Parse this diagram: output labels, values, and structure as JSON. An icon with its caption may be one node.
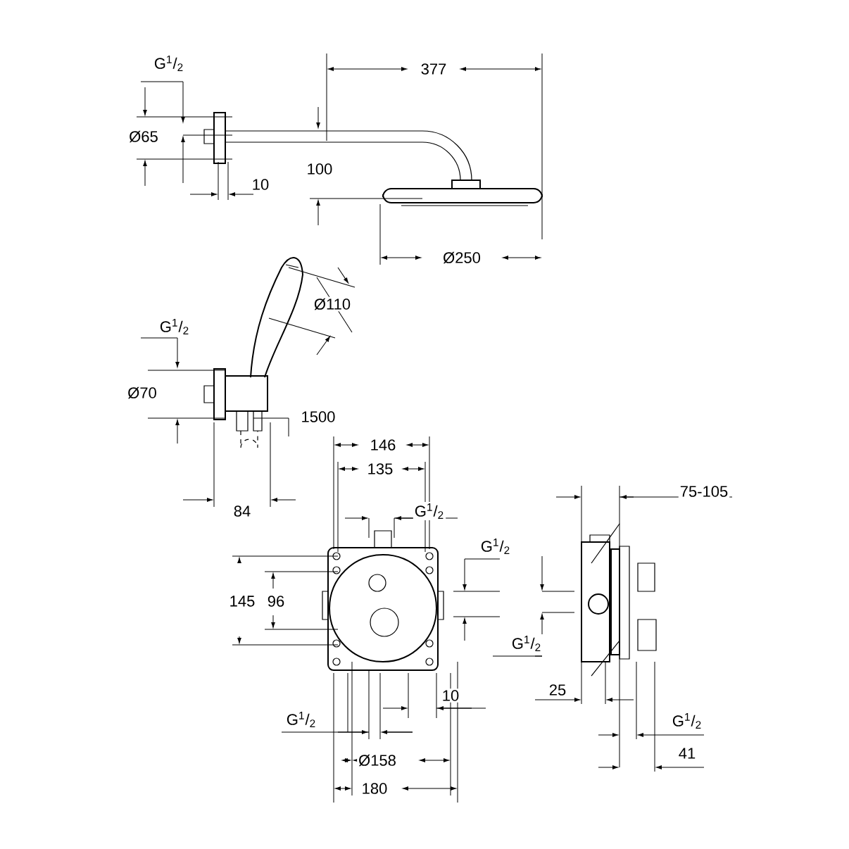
{
  "diagram": {
    "labels": [
      "G$^{1}$/$_{2}$",
      "377",
      "Ø65",
      "10",
      "100",
      "Ø250",
      "Ø110",
      "G$^{1}$/$_{2}$",
      "Ø70",
      "1500",
      "84",
      "146",
      "135",
      "G$^{1}$/$_{2}$",
      "75-105",
      "G$^{1}$/$_{2}$",
      "145",
      "96",
      "G$^{1}$/$_{2}$",
      "25",
      "G$^{1}$/$_{2}$",
      "10",
      "G$^{1}$/$_{2}$",
      "Ø158",
      "41",
      "180"
    ]
  }
}
